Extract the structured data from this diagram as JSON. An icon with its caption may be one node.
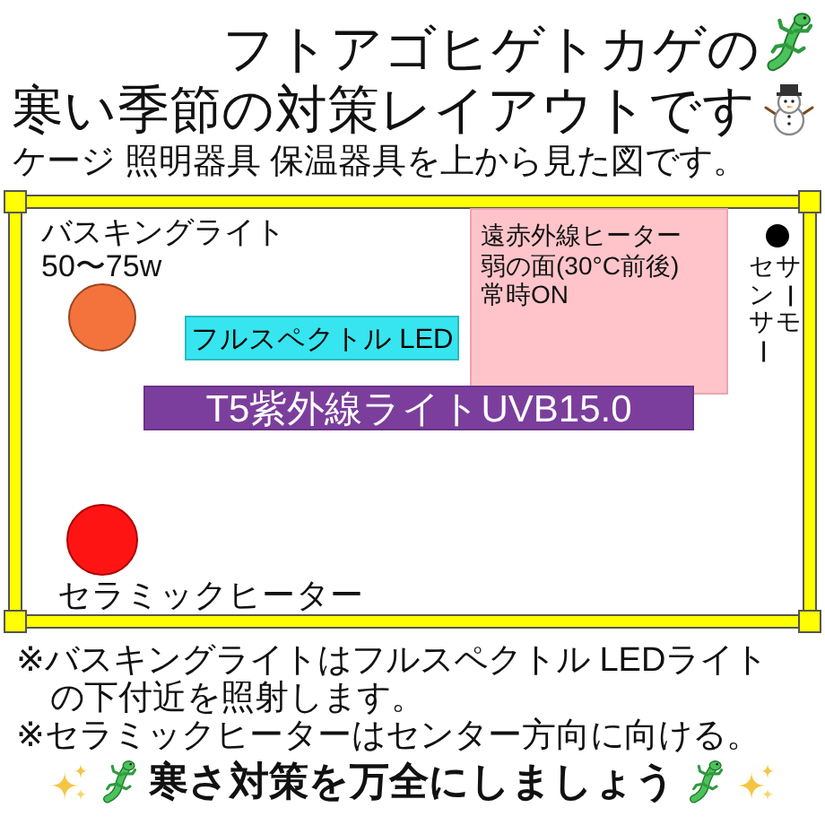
{
  "diagram": {
    "title": "フトアゴヒゲトカゲの寒い季節の対策レイアウトです",
    "nodes": [
      {
        "text": [],
        "shape": "box"
      },
      {
        "text": [],
        "shape": "circle",
        "in": 0,
        "beside": [
          "バスキングライト",
          "50〜75w"
        ]
      },
      {
        "text": [
          "遠赤外線ヒーター",
          "弱の面(30°C前後)",
          "常時ON"
        ],
        "in": 0
      },
      {
        "text": [],
        "shape": "circle",
        "in": 0,
        "beside": [
          "サーモセンサー"
        ]
      },
      {
        "text": [
          "フルスペクトル LED"
        ],
        "in": 0
      },
      {
        "text": [
          "T5紫外線ライトUVB15.0"
        ],
        "in": 0
      },
      {
        "text": [],
        "shape": "circle",
        "in": 0,
        "beside": [
          "セラミックヒーター"
        ]
      }
    ],
    "labels": [
      "ケージ 照明器具 保温器具を上から見た図です。",
      "※バスキングライトはフルスペクトル LEDライトの下付近を照射します。",
      "※セラミックヒーターはセンター方向に向ける。",
      "寒さ対策を万全にしましょう"
    ]
  }
}
